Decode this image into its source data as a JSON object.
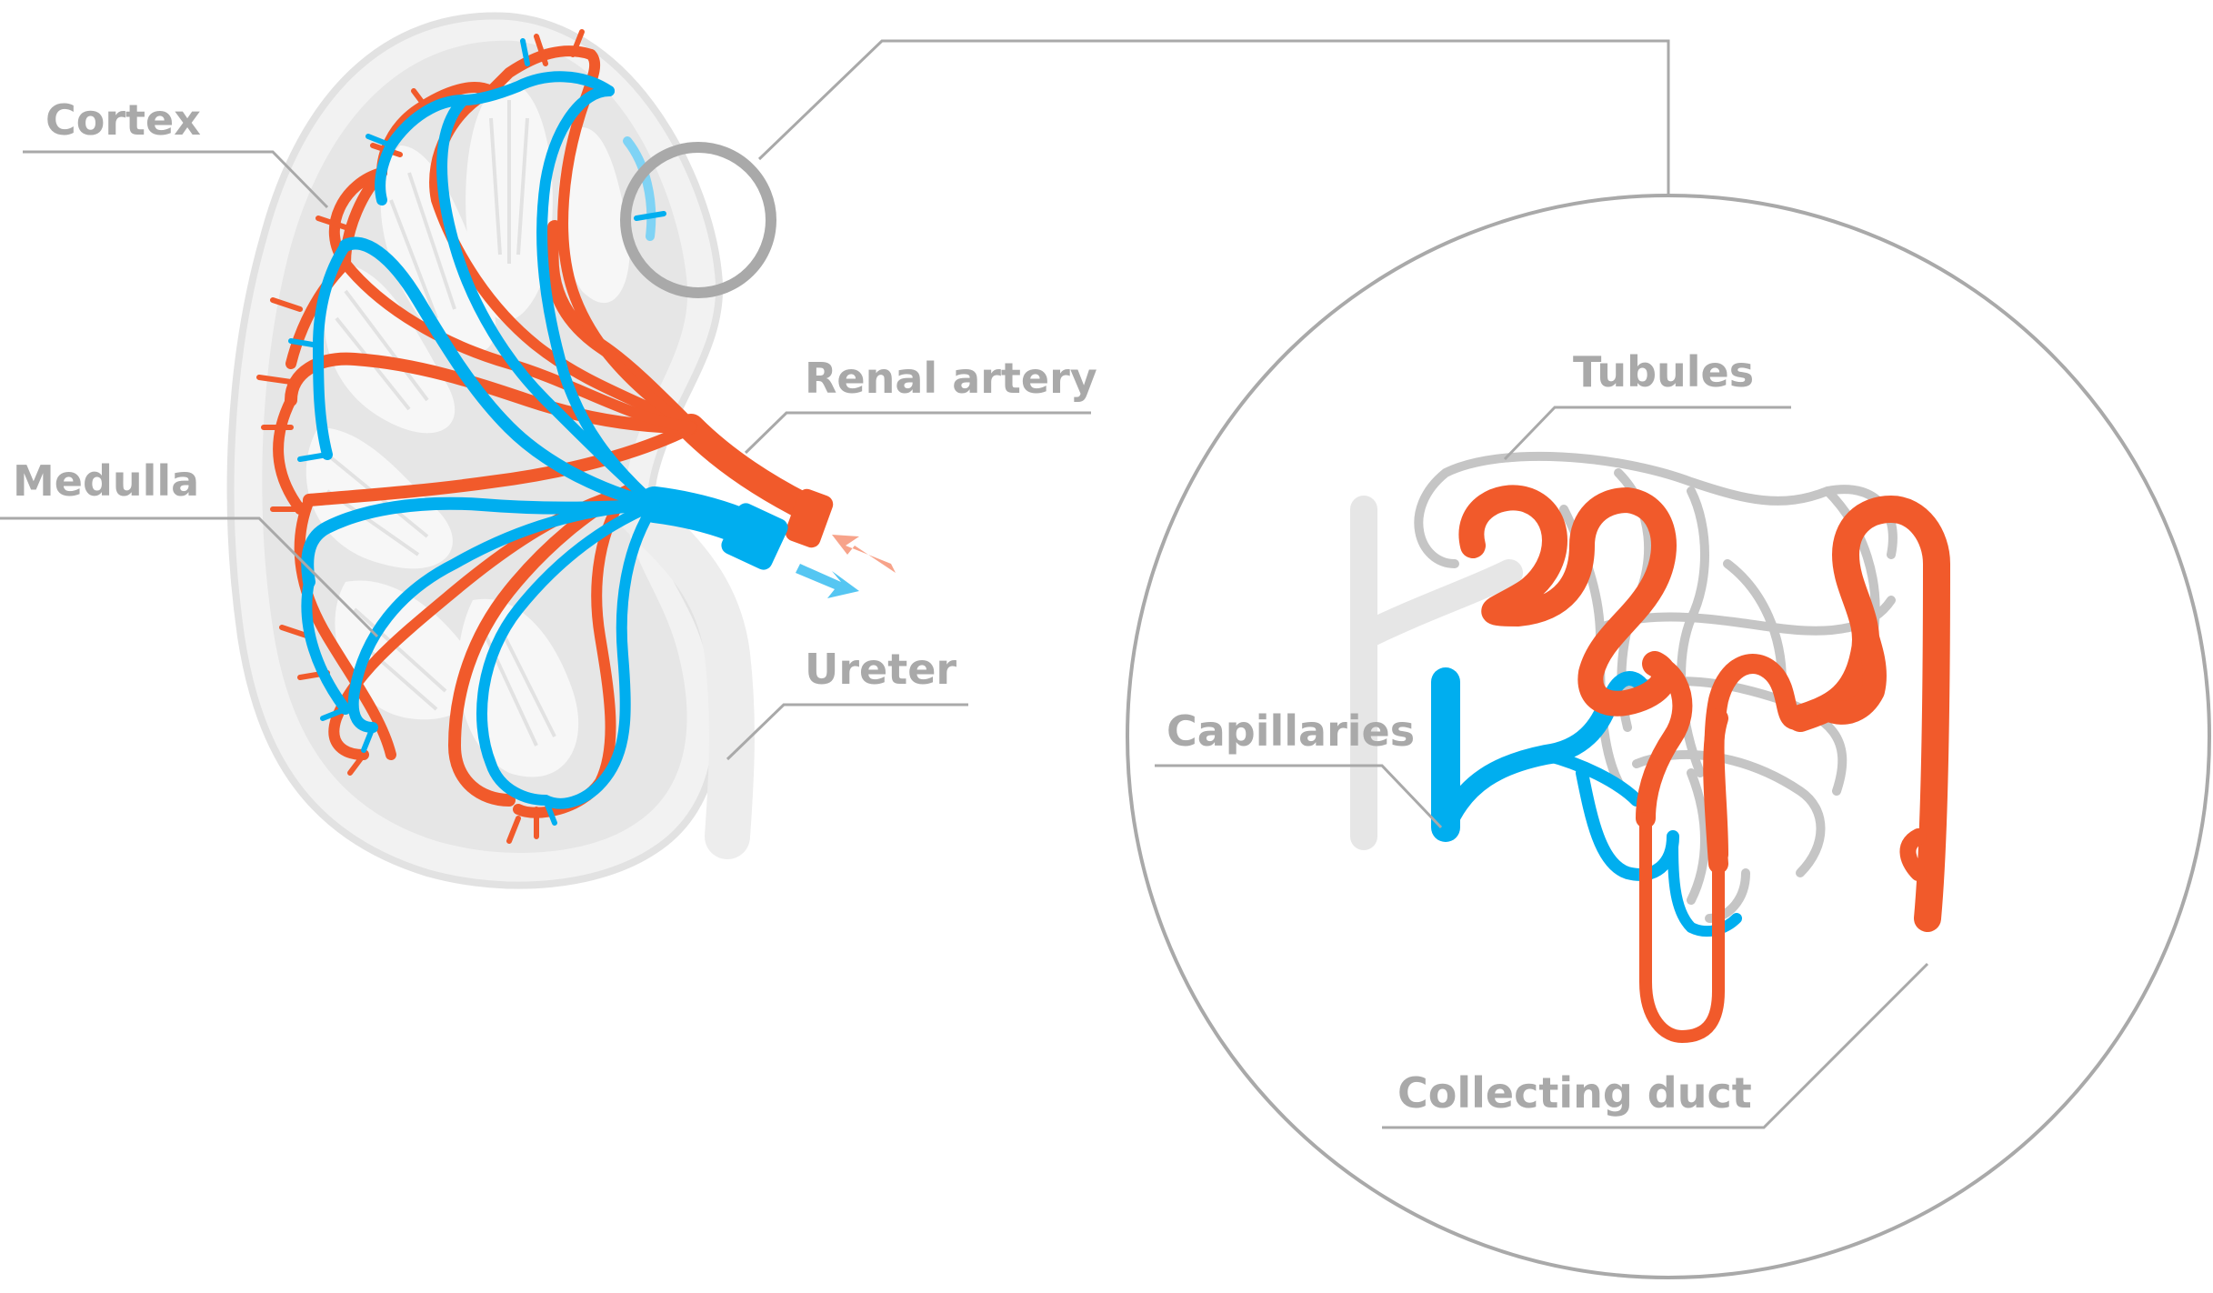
{
  "labels": {
    "cortex": "Cortex",
    "medulla": "Medulla",
    "renal_artery": "Renal artery",
    "ureter": "Ureter",
    "tubules": "Tubules",
    "capillaries": "Capillaries",
    "collecting_duct": "Collecting duct"
  },
  "colors": {
    "artery": "#f15a2b",
    "vein": "#00aeef",
    "tissue": "#e6e6e6",
    "outline": "#a9a9a9",
    "text": "#a9a9a9"
  }
}
